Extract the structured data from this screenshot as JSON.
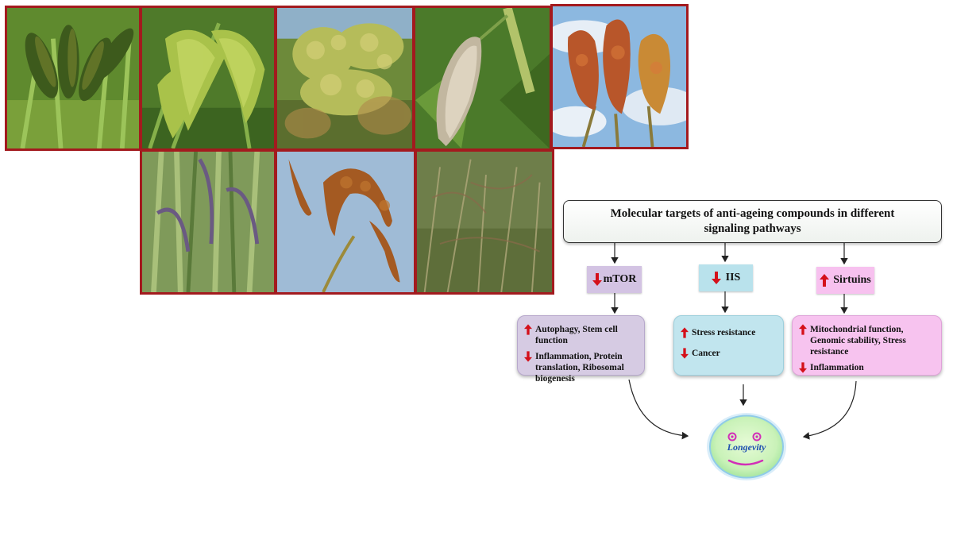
{
  "title": "Molecular targets of anti-ageing compounds  in different signaling pathways",
  "pathways": [
    {
      "name": "mTOR",
      "direction": "down",
      "effects": [
        {
          "direction": "up",
          "text": "Autophagy,  Stem cell function"
        },
        {
          "direction": "down",
          "text": "Inflammation, Protein translation, Ribosomal biogenesis"
        }
      ]
    },
    {
      "name": "IIS",
      "direction": "down",
      "effects": [
        {
          "direction": "up",
          "text": "Stress resistance"
        },
        {
          "direction": "down",
          "text": "Cancer"
        }
      ]
    },
    {
      "name": "Sirtuins",
      "direction": "up",
      "effects": [
        {
          "direction": "up",
          "text": "Mitochondrial function,  Genomic stability, Stress resistance"
        },
        {
          "direction": "down",
          "text": "Inflammation"
        }
      ]
    }
  ],
  "outcome": "Longevity",
  "colors": {
    "photo_border": "#a31a1e",
    "arrow_red": "#d4101a",
    "mtor": "#d3c3e3",
    "iis": "#b9e2ec",
    "sirtuins": "#f7c1ef",
    "longevity_fill": "#c9f2b8",
    "longevity_ring": "#a8d8f0",
    "face": "#d22fb7"
  },
  "photos": [
    {
      "name": "finger-millet",
      "kind": "photo"
    },
    {
      "name": "foxtail-millet",
      "kind": "photo"
    },
    {
      "name": "proso-millet",
      "kind": "photo"
    },
    {
      "name": "pearl-millet",
      "kind": "photo"
    },
    {
      "name": "sorghum",
      "kind": "photo"
    },
    {
      "name": "kodo-millet",
      "kind": "photo"
    },
    {
      "name": "barnyard-millet",
      "kind": "photo"
    },
    {
      "name": "little-millet",
      "kind": "photo"
    }
  ]
}
